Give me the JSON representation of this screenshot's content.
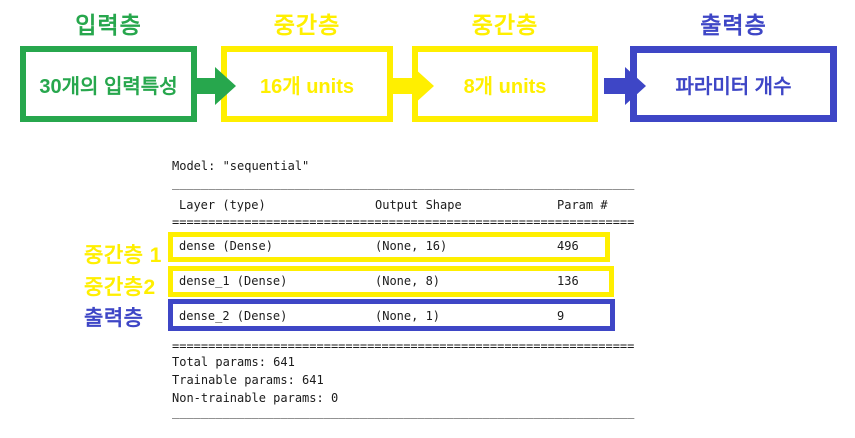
{
  "flow": {
    "nodes": [
      {
        "title": "입력층",
        "label": "30개의 입력특성",
        "color": "#27a74d"
      },
      {
        "title": "중간층",
        "label": "16개 units",
        "color": "#ffef00"
      },
      {
        "title": "중간층",
        "label": "8개 units",
        "color": "#ffef00"
      },
      {
        "title": "출력층",
        "label": "파라미터 개수",
        "color": "#3e46c6"
      }
    ],
    "arrow_colors": [
      "#27a74d",
      "#ffef00",
      "#3e46c6"
    ]
  },
  "summary": {
    "model_line": "Model: \"sequential\"",
    "separator_underscore": "________________________________________________________________",
    "separator_equals": "================================================================",
    "header": {
      "layer": "Layer (type)",
      "shape": "Output Shape",
      "params": "Param #"
    },
    "rows": [
      {
        "layer": "dense (Dense)",
        "shape": "(None, 16)",
        "params": "496",
        "highlight": "yellow"
      },
      {
        "layer": "dense_1 (Dense)",
        "shape": "(None, 8)",
        "params": "136",
        "highlight": "yellow"
      },
      {
        "layer": "dense_2 (Dense)",
        "shape": "(None, 1)",
        "params": "9",
        "highlight": "blue"
      }
    ],
    "totals": [
      "Total params: 641",
      "Trainable params: 641",
      "Non-trainable params: 0"
    ]
  },
  "annotations": {
    "row_labels": [
      {
        "text": "중간층 1",
        "color": "#ffef00"
      },
      {
        "text": "중간층2",
        "color": "#ffef00"
      },
      {
        "text": "출력층",
        "color": "#3e46c6"
      }
    ]
  },
  "colors": {
    "green": "#27a74d",
    "yellow": "#ffef00",
    "blue": "#3e46c6",
    "console_text": "#1b1b1b",
    "background": "#ffffff"
  }
}
